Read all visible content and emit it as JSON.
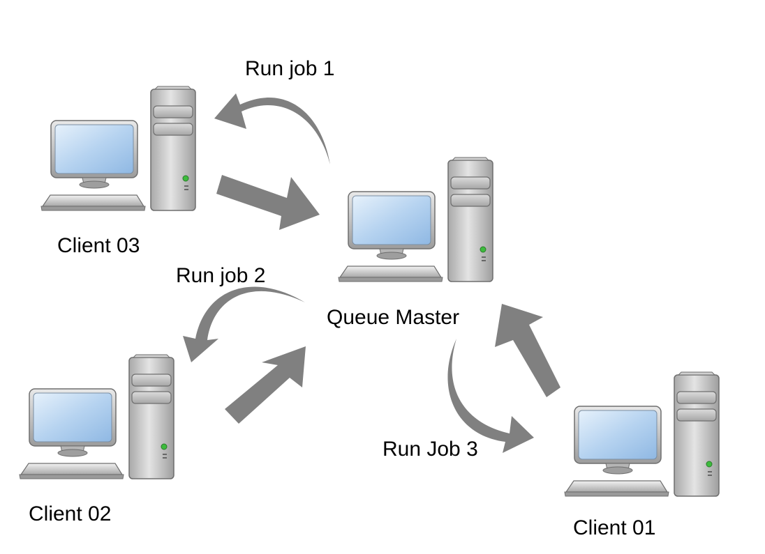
{
  "nodes": {
    "master": {
      "label": "Queue Master"
    },
    "client_03": {
      "label": "Client 03"
    },
    "client_02": {
      "label": "Client 02"
    },
    "client_01": {
      "label": "Client 01"
    }
  },
  "edges": {
    "job_1": {
      "label": "Run job 1",
      "from": "Queue Master",
      "to": "Client 03"
    },
    "job_2": {
      "label": "Run job 2",
      "from": "Queue Master",
      "to": "Client 02"
    },
    "job_3": {
      "label": "Run Job 3",
      "from": "Queue Master",
      "to": "Client 01"
    },
    "return_03": {
      "from": "Client 03",
      "to": "Queue Master"
    },
    "return_02": {
      "from": "Client 02",
      "to": "Queue Master"
    },
    "return_01": {
      "from": "Client 01",
      "to": "Queue Master"
    }
  },
  "colors": {
    "arrow": "#808080",
    "screen": "#b8d4f0",
    "case": "#c6c6c6",
    "led": "#3dbb3d"
  }
}
